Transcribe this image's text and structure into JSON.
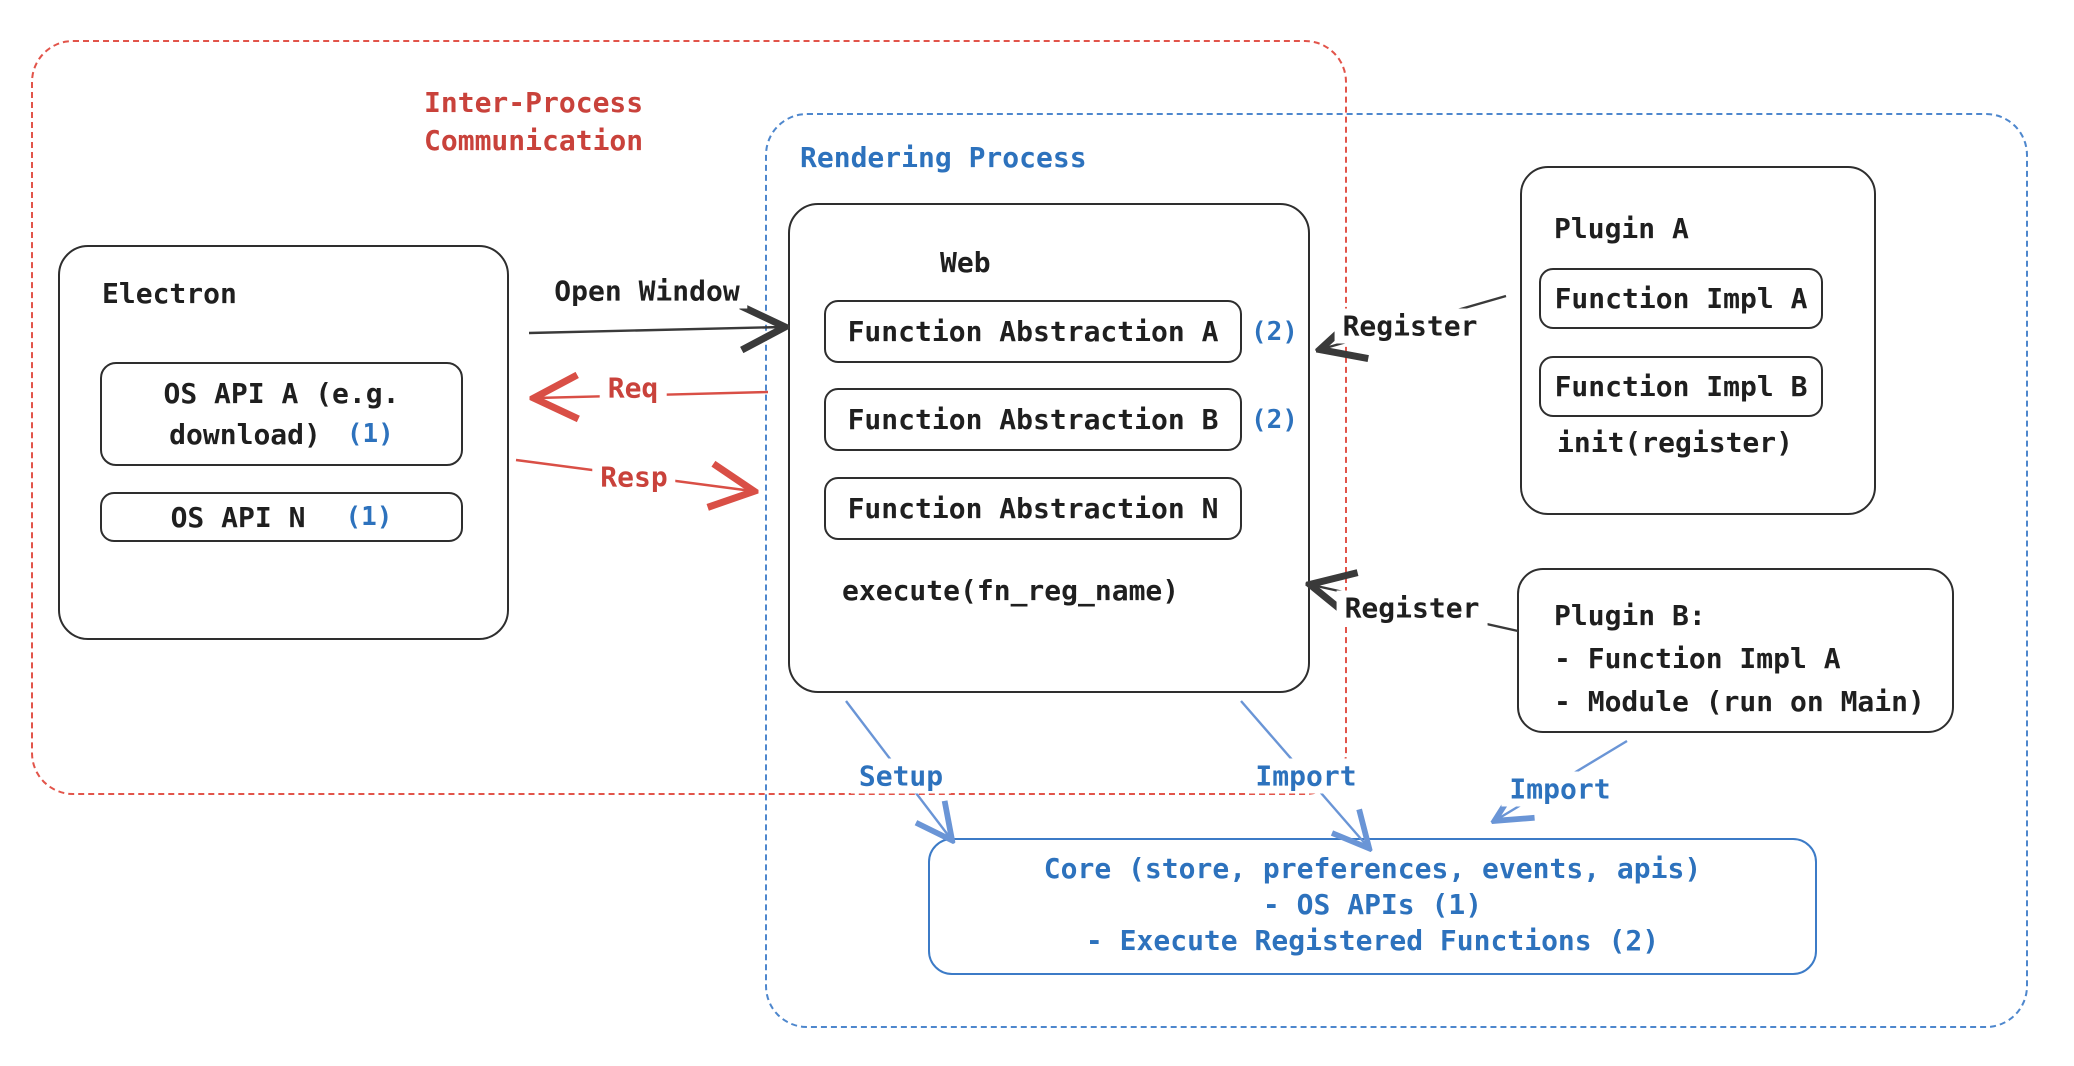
{
  "colors": {
    "red": "#c9423b",
    "red_line": "#e2544a",
    "red_arrow": "#d94f46",
    "blue": "#2d72bd",
    "blue_line": "#4e87cd",
    "blue_arrow": "#6a95d6",
    "ink": "#1f1f1f",
    "border": "#2e2e2e",
    "arrow": "#3a3a3a",
    "core_border": "#3c7bc7"
  },
  "regions": {
    "ipc": {
      "title_line1": "Inter-Process",
      "title_line2": "Communication"
    },
    "rendering": {
      "title": "Rendering Process"
    }
  },
  "electron": {
    "title": "Electron",
    "os_api_a": {
      "line1": "OS API A (e.g.",
      "line2": "download)",
      "badge": "(1)"
    },
    "os_api_n": {
      "label": "OS API N",
      "badge": "(1)"
    }
  },
  "web": {
    "title": "Web",
    "rows": [
      {
        "label": "Function Abstraction A",
        "badge": "(2)"
      },
      {
        "label": "Function Abstraction B",
        "badge": "(2)"
      },
      {
        "label": "Function Abstraction N",
        "badge": ""
      }
    ],
    "footer": "execute(fn_reg_name)"
  },
  "plugin_a": {
    "title": "Plugin A",
    "impl_a": "Function Impl A",
    "impl_b": "Function Impl B",
    "footer": "init(register)"
  },
  "plugin_b": {
    "line1": "Plugin B:",
    "line2": "- Function Impl A",
    "line3": "- Module (run on Main)"
  },
  "core": {
    "line1": "Core (store, preferences, events, apis)",
    "line2": "- OS APIs (1)",
    "line3": "- Execute Registered Functions (2)"
  },
  "arrows": {
    "open_window": "Open Window",
    "req": "Req",
    "resp": "Resp",
    "register_a": "Register",
    "register_b": "Register",
    "setup": "Setup",
    "import_web": "Import",
    "import_plugin": "Import"
  }
}
